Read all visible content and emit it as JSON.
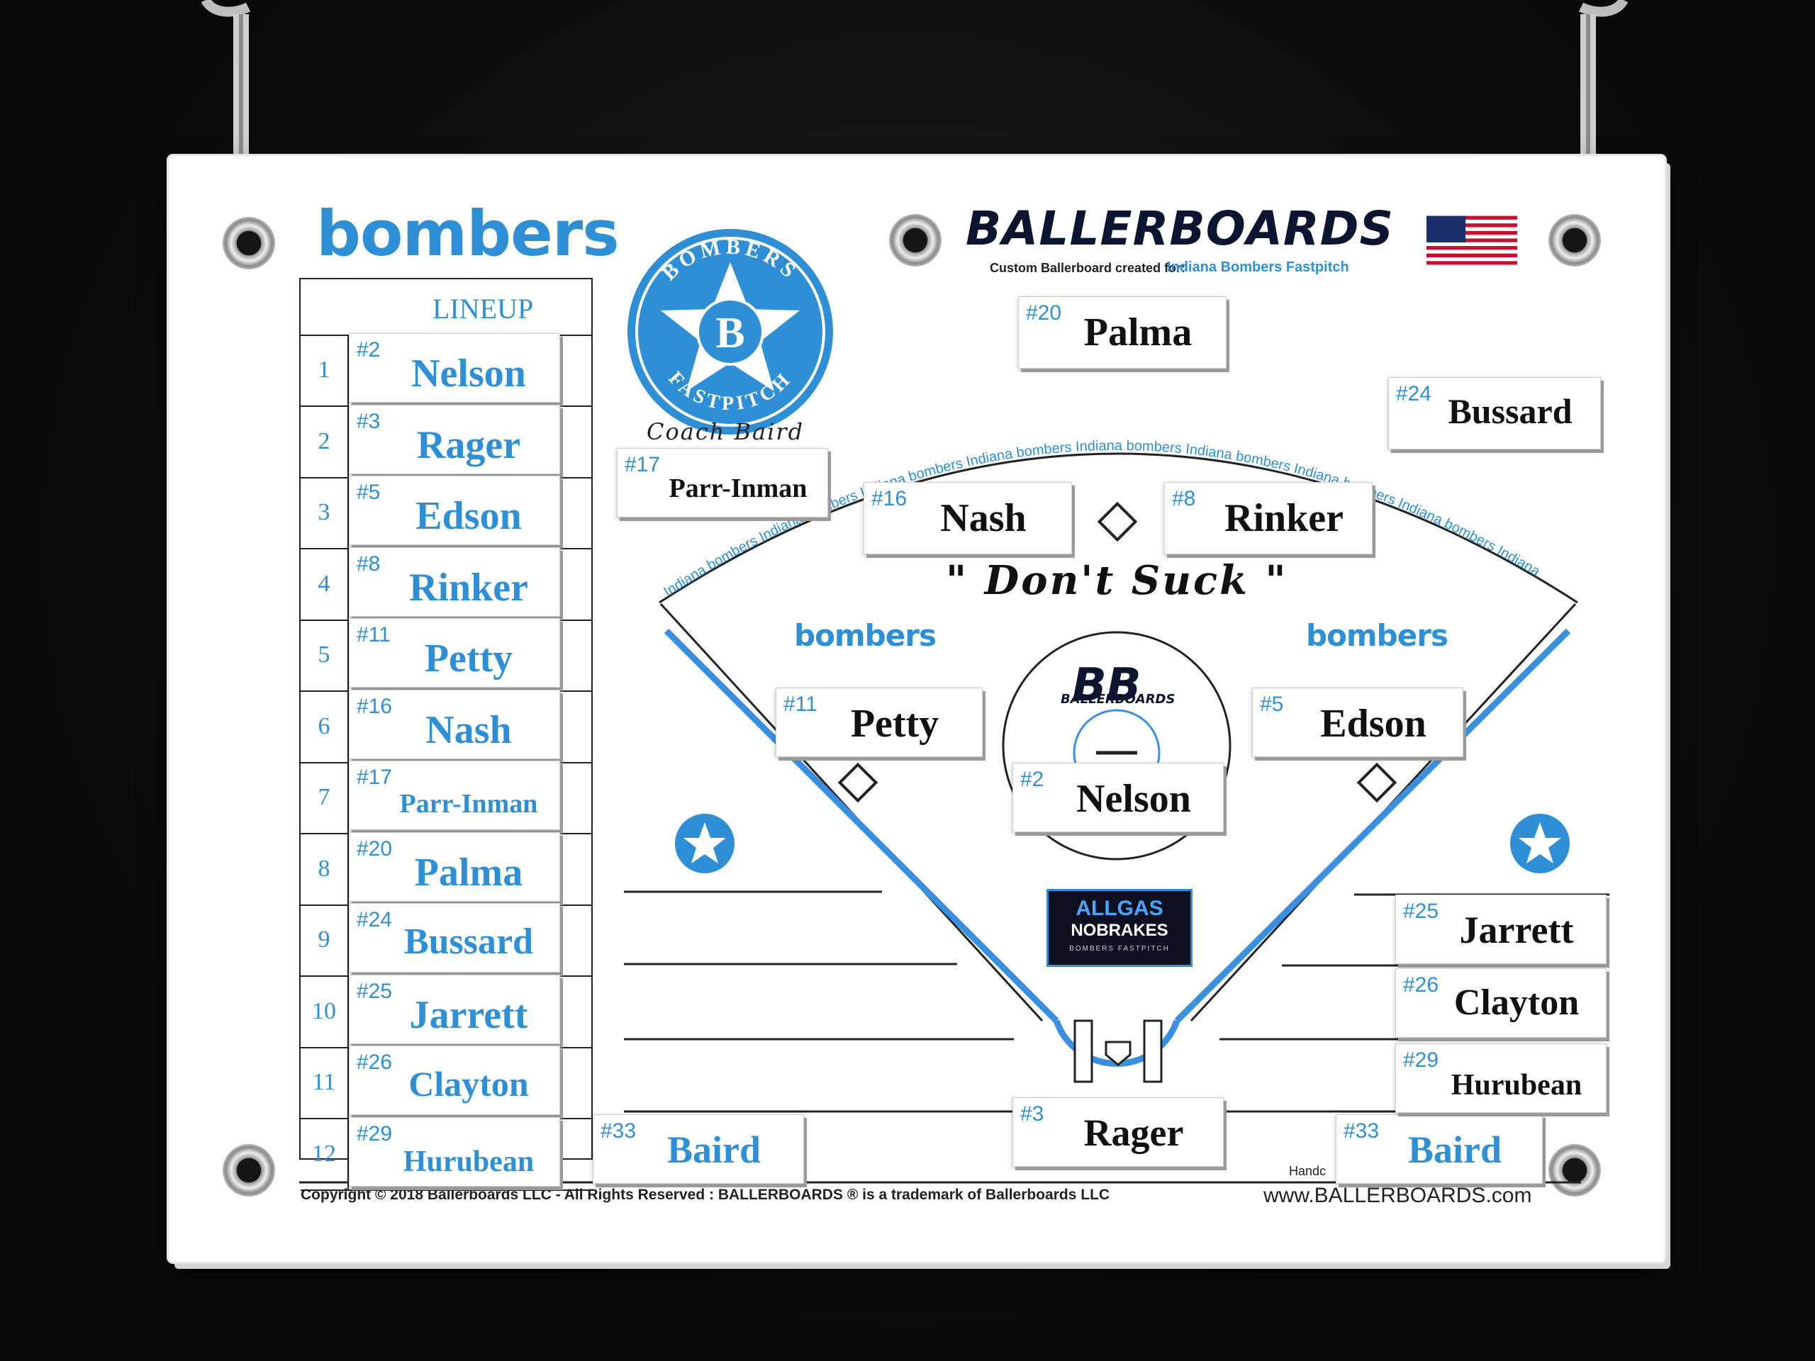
{
  "brand": {
    "team_wordmark": "bombers",
    "ballerboards": "BALLERBOARDS",
    "created_for_prefix": "Custom Ballerboard created for:",
    "created_for_team": "Indiana Bombers Fastpitch",
    "seal_top": "BOMBERS",
    "seal_bottom": "FASTPITCH",
    "seal_letter": "B",
    "coach": "Coach Baird",
    "motto": "\" Don't Suck \"",
    "arc_words": "Indiana bombers Indiana bombers Indiana bombers Indiana bombers Indiana bombers Indiana bombers Indiana bombers Indiana bombers Indiana",
    "center_logo": "BB",
    "center_logo_sub": "BALLERBOARDS",
    "sponsor_line1": "ALLGAS",
    "sponsor_line2": "NOBRAKES",
    "sponsor_line3": "BOMBERS FASTPITCH",
    "handcrafted": "Handc",
    "copyright": "Copyright © 2018 Ballerboards LLC - All Rights Reserved : BALLERBOARDS ® is a trademark of Ballerboards LLC",
    "website": "www.BALLERBOARDS.com",
    "left_field_word": "bombers",
    "right_field_word": "bombers"
  },
  "lineup": {
    "header": "LINEUP",
    "rows": [
      {
        "order": "1",
        "jersey": "#2",
        "name": "Nelson"
      },
      {
        "order": "2",
        "jersey": "#3",
        "name": "Rager"
      },
      {
        "order": "3",
        "jersey": "#5",
        "name": "Edson"
      },
      {
        "order": "4",
        "jersey": "#8",
        "name": "Rinker"
      },
      {
        "order": "5",
        "jersey": "#11",
        "name": "Petty"
      },
      {
        "order": "6",
        "jersey": "#16",
        "name": "Nash"
      },
      {
        "order": "7",
        "jersey": "#17",
        "name": "Parr-Inman"
      },
      {
        "order": "8",
        "jersey": "#20",
        "name": "Palma"
      },
      {
        "order": "9",
        "jersey": "#24",
        "name": "Bussard"
      },
      {
        "order": "10",
        "jersey": "#25",
        "name": "Jarrett"
      },
      {
        "order": "11",
        "jersey": "#26",
        "name": "Clayton"
      },
      {
        "order": "12",
        "jersey": "#29",
        "name": "Hurubean"
      }
    ]
  },
  "field": {
    "center_field": {
      "jersey": "#20",
      "name": "Palma"
    },
    "right_field": {
      "jersey": "#24",
      "name": "Bussard"
    },
    "left_field": {
      "jersey": "#17",
      "name": "Parr-Inman"
    },
    "shortstop": {
      "jersey": "#16",
      "name": "Nash"
    },
    "second_base": {
      "jersey": "#8",
      "name": "Rinker"
    },
    "third_base": {
      "jersey": "#11",
      "name": "Petty"
    },
    "first_base": {
      "jersey": "#5",
      "name": "Edson"
    },
    "pitcher": {
      "jersey": "#2",
      "name": "Nelson"
    },
    "catcher": {
      "jersey": "#3",
      "name": "Rager"
    },
    "coach_left": {
      "jersey": "#33",
      "name": "Baird"
    },
    "coach_right": {
      "jersey": "#33",
      "name": "Baird"
    },
    "bench": [
      {
        "jersey": "#25",
        "name": "Jarrett"
      },
      {
        "jersey": "#26",
        "name": "Clayton"
      },
      {
        "jersey": "#29",
        "name": "Hurubean"
      }
    ]
  },
  "colors": {
    "brand_blue": "#2f8fd6",
    "line_blue": "#3a8fe0",
    "black": "#111111"
  }
}
